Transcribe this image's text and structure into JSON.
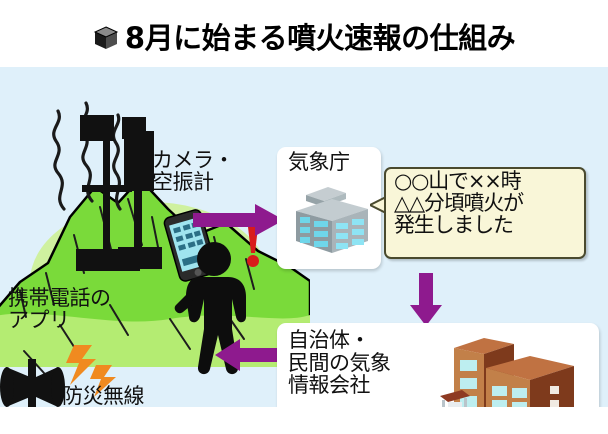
{
  "header": {
    "icon": "cube-icon",
    "title": "8月に始まる噴火速報の仕組み"
  },
  "scene": {
    "camera_label": "カメラ・\n空振計",
    "app_label": "携帯電話の\nアプリ",
    "radio_label": "防災無線",
    "icons": {
      "volcano": "volcano-icon",
      "smoke": "smoke-icon",
      "camera_tower": "camera-tower-icon",
      "smartphone": "smartphone-icon",
      "person": "person-icon",
      "exclamation": "exclamation-icon",
      "loudspeaker": "loudspeaker-icon",
      "lightning": "lightning-icon"
    }
  },
  "jma": {
    "title": "気象庁",
    "icon": "office-building-icon",
    "bubble_text": "○○山で××時\n△△分頃噴火が\n発生しました"
  },
  "municipality": {
    "title": "自治体・\n民間の気象\n情報会社",
    "icon": "municipal-building-icon"
  },
  "arrows": [
    {
      "name": "arrow-mountain-to-jma",
      "direction": "right"
    },
    {
      "name": "arrow-jma-to-municipality",
      "direction": "down"
    },
    {
      "name": "arrow-municipality-to-person",
      "direction": "left"
    },
    {
      "name": "arrow-municipality-to-radio",
      "direction": "left"
    }
  ],
  "colors": {
    "arrow_purple": "#8e1a8e",
    "canvas_blue": "#dff0fa",
    "mountain_green": "#7ada3a",
    "bubble_cream": "#f9f6d8",
    "jma_building": "#9fb0b5",
    "muni_building": "#a8522a",
    "accent_red": "#d81b1b",
    "lightning_orange": "#f08a20"
  }
}
